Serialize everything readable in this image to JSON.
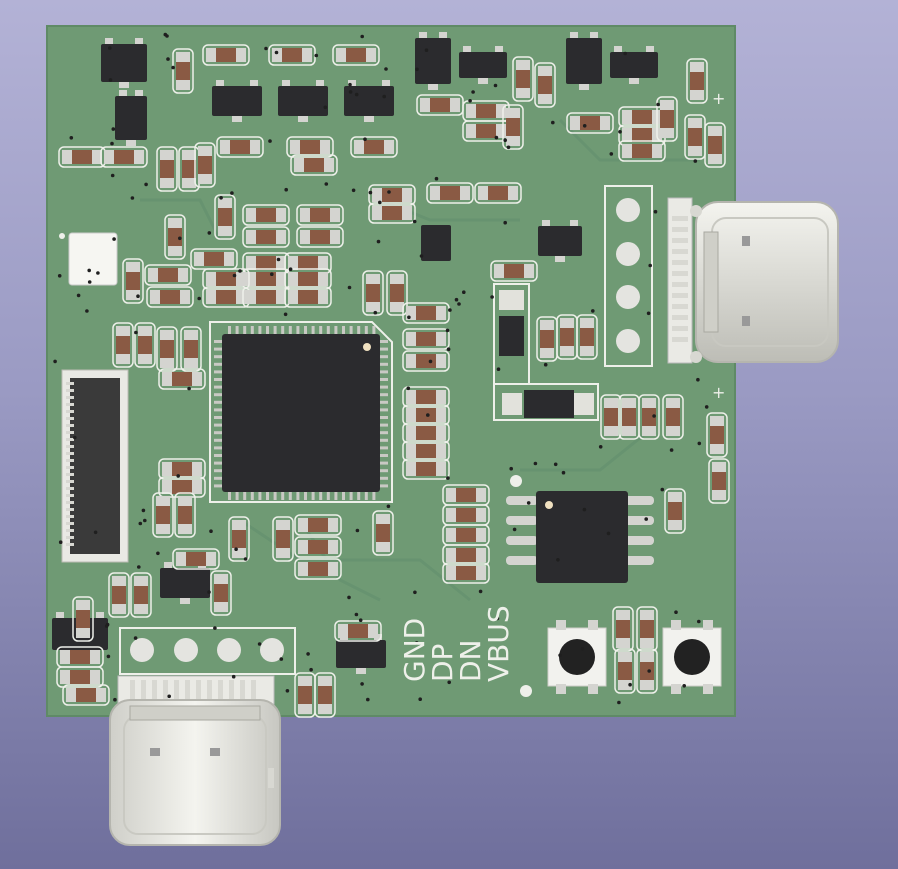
{
  "scene": {
    "colors": {
      "background_top": "#b3b2d6",
      "background_bottom": "#6f6f9c",
      "board": "#6f9a74",
      "board_edge": "#5f8a66",
      "silkscreen": "#eef0ea",
      "pad": "#d4d4d0",
      "ic_body": "#2b2b2e",
      "connector_metal": "#e2e2dc"
    },
    "labels": {
      "header_pins": [
        "GND",
        "DP",
        "DN",
        "VBUS"
      ],
      "plus_marks": [
        "+",
        "+"
      ]
    }
  }
}
